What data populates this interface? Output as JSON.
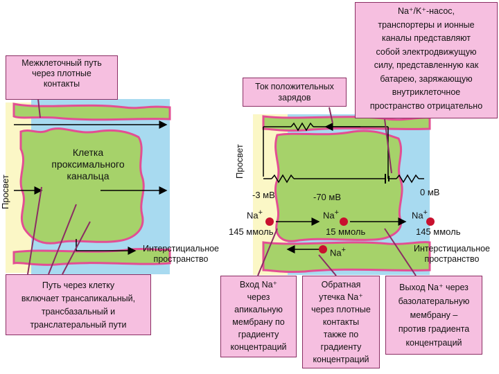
{
  "left": {
    "lumen_label": "Просвет",
    "paracellular_box": "Межклеточный путь\nчерез плотные\nконтакты",
    "cell_label": "Клетка\nпроксимального\nканальца",
    "interstitial_label": "Интерстициальное\nпространство",
    "transcellular_box": "Путь  через клетку\nвключает трансапикальный,\nтрансбазальный и\nтранслатеральный пути"
  },
  "right": {
    "lumen_label": "Просвет",
    "current_box": "Ток положительных\nзарядов",
    "pump_box": "Na⁺/K⁺-насос,\nтранспортеры и ионные\nканалы представляют\nсобой электродвижущую\nсилу, представленную как\nбатарею, заряжающую\nвнутриклеточное\nпространство отрицательно",
    "v_lumen": "-3 мВ",
    "v_cell": "-70 мВ",
    "v_interstitium": "0 мВ",
    "na_symbol": "Na",
    "plus": "+",
    "conc_lumen": "145 ммоль",
    "conc_cell": "15 ммоль",
    "conc_interstitium": "145 ммоль",
    "interstitial_label": "Интерстициальное\nпространство",
    "entry_box": "Вход Na⁺\nчерез\nапикальную\nмембрану по\nградиенту\nконцентраций",
    "leak_box": "Обратная\nутечка Na⁺\nчерез плотные\nконтакты\nтакже по\nградиенту\nконцентраций",
    "exit_box": "Выход Na⁺ через\nбазолатеральную\nмембрану –\nпротив градиента\nконцентраций"
  },
  "colors": {
    "lumen": "#fbf7c6",
    "interstitium": "#a8daf0",
    "cell": "#a6d26a",
    "membrane": "#e34e93",
    "box": "#f6bfe0",
    "ion": "#c8102e"
  }
}
